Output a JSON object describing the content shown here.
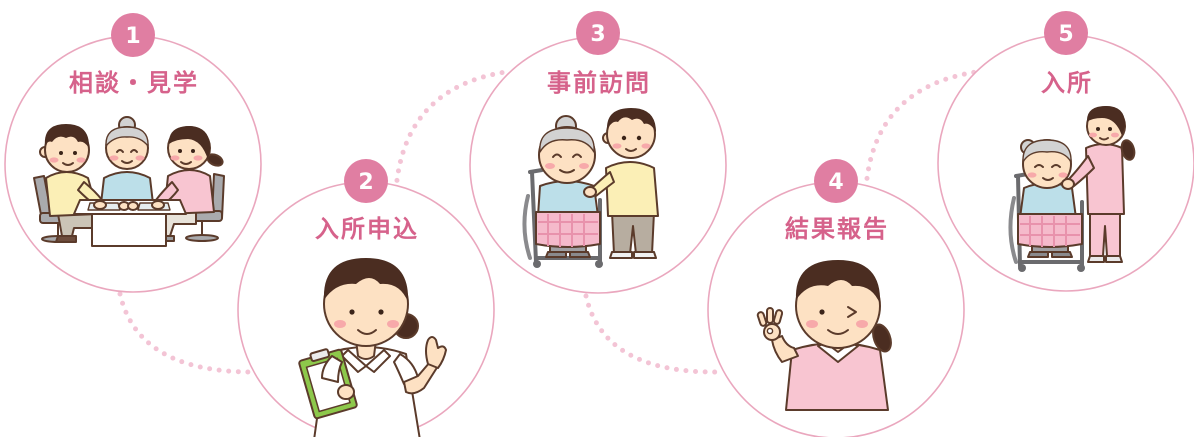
{
  "diagram": {
    "steps": [
      {
        "number": "1",
        "title": "相談・見学",
        "illustration": "consultation-illustration"
      },
      {
        "number": "2",
        "title": "入所申込",
        "illustration": "nurse-clipboard-illustration"
      },
      {
        "number": "3",
        "title": "事前訪問",
        "illustration": "wheelchair-visit-illustration"
      },
      {
        "number": "4",
        "title": "結果報告",
        "illustration": "nurse-ok-sign-illustration"
      },
      {
        "number": "5",
        "title": "入所",
        "illustration": "wheelchair-admission-illustration"
      }
    ]
  },
  "colors": {
    "accent": "#e07ea2",
    "circle": "#eaa7be",
    "dots": "#f3c4d5",
    "title": "#d6628b"
  }
}
